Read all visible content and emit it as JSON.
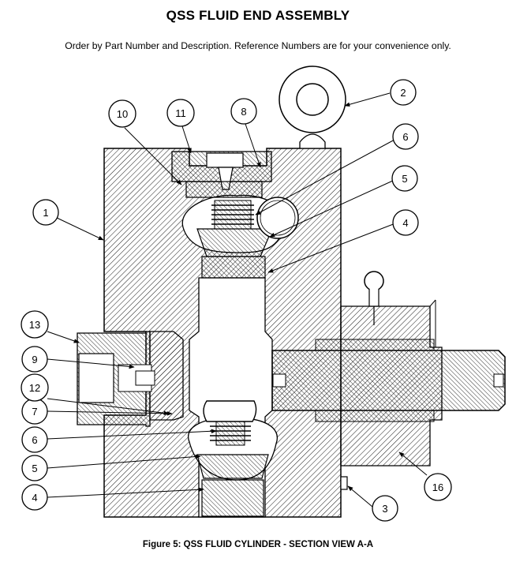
{
  "header": {
    "title": "QSS FLUID END ASSEMBLY",
    "subtitle": "Order by Part Number and Description.  Reference Numbers are for your convenience only."
  },
  "figure": {
    "caption": "Figure 5: QSS FLUID CYLINDER - SECTION VIEW A-A"
  },
  "callouts": {
    "c1": "1",
    "c2": "2",
    "c3": "3",
    "c4_top": "4",
    "c4_bottom": "4",
    "c5_top": "5",
    "c5_bottom": "5",
    "c6_top": "6",
    "c6_bottom": "6",
    "c7": "7",
    "c8": "8",
    "c9": "9",
    "c10": "10",
    "c11": "11",
    "c12": "12",
    "c13": "13",
    "c16": "16"
  },
  "colors": {
    "line": "#000000",
    "hatch": "#000000",
    "background": "#ffffff"
  }
}
